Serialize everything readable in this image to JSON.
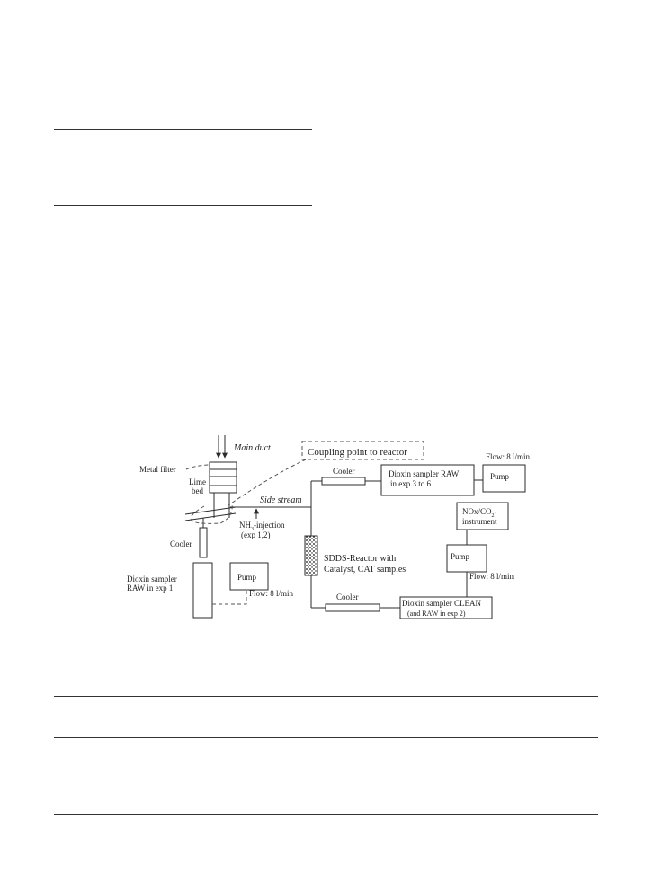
{
  "colors": {
    "line": "#2b2b2b",
    "rule": "#333333",
    "dash": "#555555",
    "text": "#222222",
    "fill_pattern": "#111111"
  },
  "diagram": {
    "main_duct": "Main duct",
    "coupling_point": "Coupling point to reactor",
    "metal_filter": "Metal filter",
    "lime": "Lime",
    "bed": "bed",
    "side_stream": "Side stream",
    "nh3_injection_main": "NH",
    "nh3_injection_sub": "3",
    "nh3_injection_rest": "-injection",
    "exp_12": "(exp 1,2)",
    "cooler_left": "Cooler",
    "dioxin_raw1_line1": "Dioxin sampler",
    "dioxin_raw1_line2": "RAW in  exp 1",
    "pump_left": "Pump",
    "flow_left": "Flow: 8 l/min",
    "cooler_top": "Cooler",
    "dioxin_raw_line1": "Dioxin sampler RAW",
    "dioxin_raw_line2": "in exp 3 to 6",
    "flow_top": "Flow: 8 l/min",
    "pump_top": "Pump",
    "nox_line1_a": "NOx/CO",
    "nox_line1_sub": "2",
    "nox_line1_b": "-",
    "nox_line2": "instrument",
    "pump_right": "Pump",
    "flow_right": "Flow: 8 l/min",
    "sdds_line1": "SDDS-Reactor with",
    "sdds_line2": "Catalyst, CAT samples",
    "cooler_bottom": "Cooler",
    "dioxin_clean_line1": "Dioxin sampler CLEAN",
    "dioxin_clean_line2": "(and RAW in exp 2)"
  }
}
